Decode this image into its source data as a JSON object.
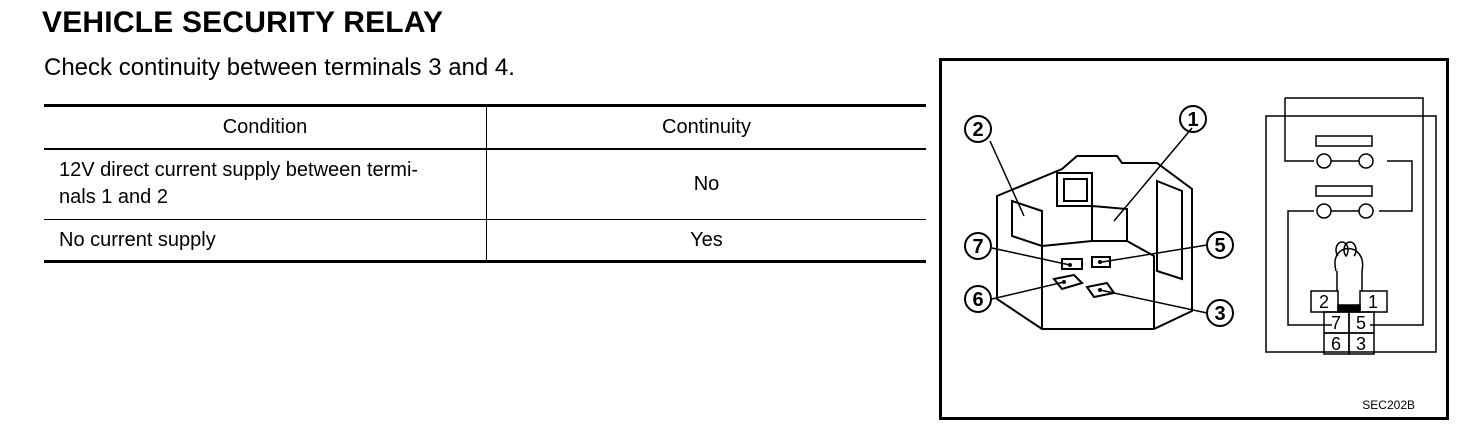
{
  "title": "VEHICLE SECURITY RELAY",
  "subtitle": "Check continuity between terminals 3 and 4.",
  "table": {
    "headers": [
      "Condition",
      "Continuity"
    ],
    "rows": [
      {
        "condition": "12V direct current supply between termi-\nnals 1 and 2",
        "continuity": "No"
      },
      {
        "condition": "No current supply",
        "continuity": "Yes"
      }
    ]
  },
  "figure": {
    "callouts": [
      "2",
      "1",
      "7",
      "5",
      "6",
      "3"
    ],
    "terminal_grid": [
      [
        "2",
        "1"
      ],
      [
        "7",
        "5"
      ],
      [
        "6",
        "3"
      ]
    ],
    "code": "SEC202B"
  }
}
